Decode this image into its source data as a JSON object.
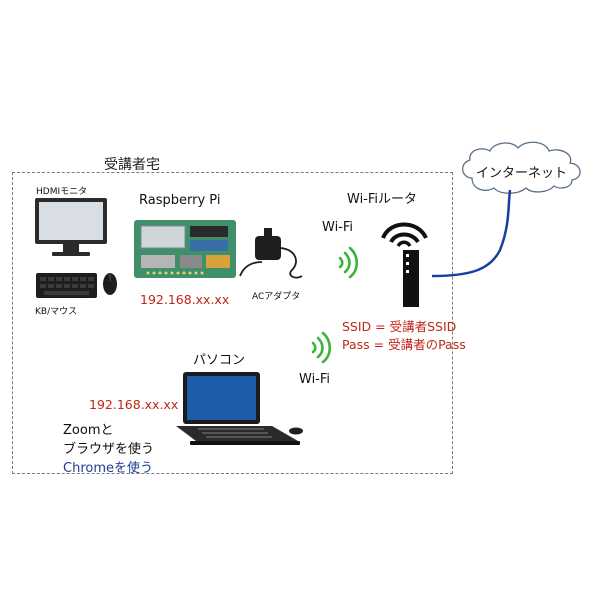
{
  "home": {
    "label": "受講者宅"
  },
  "devices": {
    "monitor_label": "HDMIモニタ",
    "keyboard_label": "KB/マウス",
    "rpi_label": "Raspberry Pi",
    "rpi_ip": "192.168.xx.xx",
    "adapter_label": "ACアダプタ",
    "pc_label": "パソコン",
    "pc_ip": "192.168.xx.xx",
    "pc_note_line1": "Zoomと",
    "pc_note_line2": "ブラウザを使う",
    "pc_note_line3": "Chromeを使う"
  },
  "network": {
    "router_label": "Wi-Fiルータ",
    "wifi_label_top": "Wi-Fi",
    "wifi_label_bottom": "Wi-Fi",
    "ssid_line": "SSID = 受講者SSID",
    "pass_line": "Pass = 受講者のPass",
    "internet_label": "インターネット"
  },
  "colors": {
    "wifi_arcs": "#3cb43c",
    "cable": "#1a3fa3",
    "red_text": "#c0261a",
    "blue_text": "#1f3c99",
    "laptop_screen": "#1d5ca8"
  }
}
